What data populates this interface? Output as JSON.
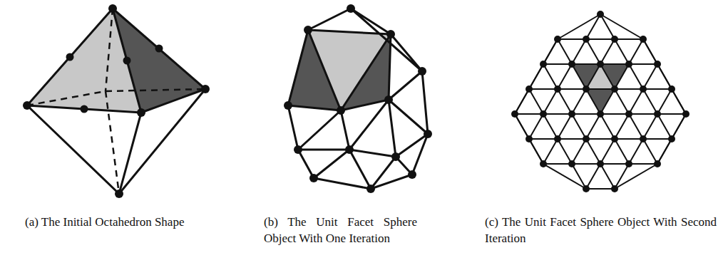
{
  "diagram": {
    "labels": [
      "(a) The Initial Octahedron Shape",
      "(b) The Unit Facet Sphere Object With One Iteration",
      "(c) The Unit Facet Sphere Object With Second Iteration"
    ]
  }
}
